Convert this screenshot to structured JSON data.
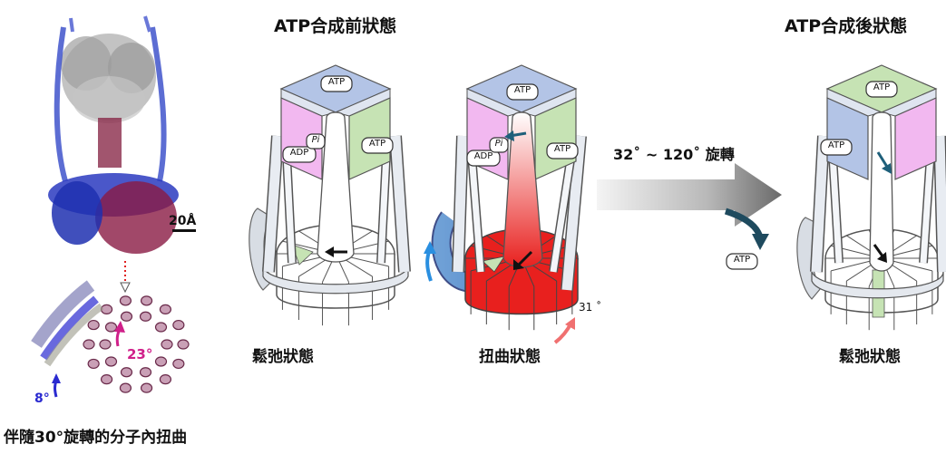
{
  "titles": {
    "before": "ATP合成前狀態",
    "after": "ATP合成後狀態"
  },
  "captions": {
    "relaxed_left": "鬆弛狀態",
    "twisted": "扭曲狀態",
    "relaxed_right": "鬆弛狀態",
    "bottom_note": "伴隨30°旋轉的分子內扭曲"
  },
  "annotations": {
    "rotation_range": "32˚ ~ 120˚ 旋轉",
    "scale_bar": "20Å",
    "angle_ring": "23°",
    "angle_helix": "8°",
    "angle_c_ring": "31 ˚"
  },
  "labels": {
    "atp": "ATP",
    "adp": "ADP",
    "pi": "Pi"
  },
  "colors": {
    "pink_subunit": "#f2b8f0",
    "blue_subunit": "#b3c4e6",
    "green_subunit": "#c6e3b4",
    "red_ring": "#e8201e",
    "blue_arrow": "#2a8fe0",
    "teal_arrow": "#1e5f7a",
    "magenta_angle": "#d0208a",
    "helix_blue": "#2a2ad0"
  }
}
